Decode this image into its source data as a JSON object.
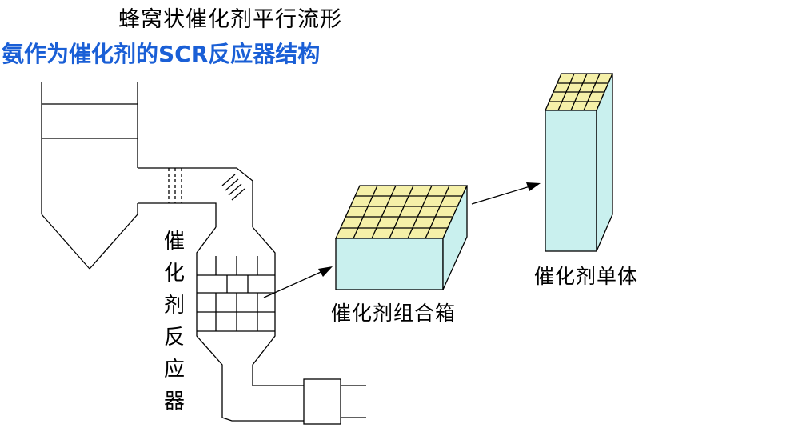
{
  "top_title": "蜂窝状催化剂平行流形",
  "blue_title": "氨作为催化剂的SCR反应器结构",
  "reactor_label": "催化剂反应器",
  "box_label": "催化剂组合箱",
  "unit_label": "催化剂单体",
  "colors": {
    "face_cyan": "#c9f0ee",
    "face_yellow": "#f5f0a8",
    "title_blue": "#1a5fd6",
    "line": "#000000"
  }
}
